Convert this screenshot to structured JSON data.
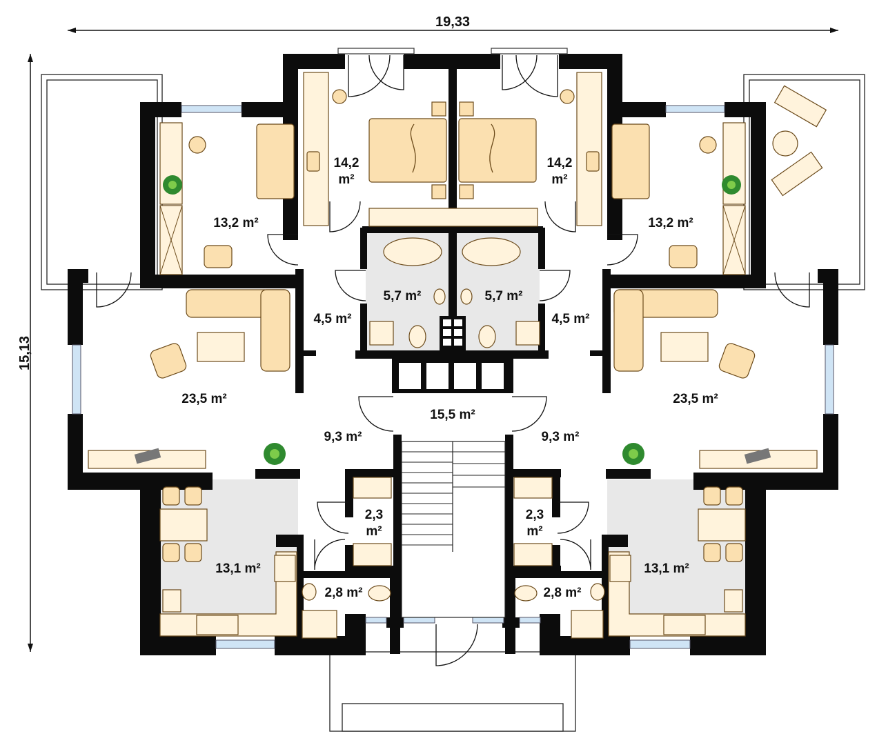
{
  "dimensions": {
    "width": "19,33",
    "height": "15,13"
  },
  "rooms": {
    "bedroom_master_left": "14,2",
    "bedroom_master_right": "14,2",
    "unit": "m²",
    "bedroom_left": "13,2 m²",
    "bedroom_right": "13,2 m²",
    "bath_left": "5,7 m²",
    "bath_right": "5,7 m²",
    "hall_upper_left": "4,5 m²",
    "hall_upper_right": "4,5 m²",
    "living_left": "23,5 m²",
    "living_right": "23,5 m²",
    "stair_hall": "15,5 m²",
    "hall_lower_left": "9,3 m²",
    "hall_lower_right": "9,3 m²",
    "storage_left_num": "2,3",
    "storage_right_num": "2,3",
    "wc_left": "2,8 m²",
    "wc_right": "2,8 m²",
    "kitchen_left": "13,1 m²",
    "kitchen_right": "13,1 m²"
  }
}
